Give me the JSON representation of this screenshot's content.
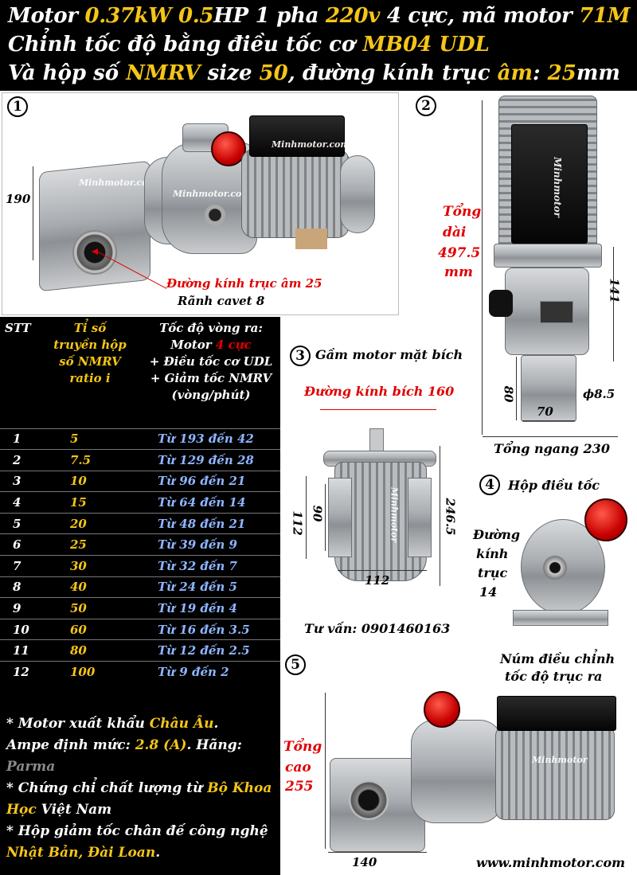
{
  "header": {
    "line1": {
      "a": "Motor ",
      "b": "0.37kW",
      "c": " ",
      "d": "0.5",
      "e": "HP 1 pha ",
      "f": "220v",
      "g": " 4 cực, mã motor ",
      "h": "71M"
    },
    "line2": {
      "a": "Chỉnh tốc độ bằng điều tốc cơ ",
      "b": "MB04 UDL"
    },
    "line3": {
      "a": "Và hộp số ",
      "b": "NMRV",
      "c": " size ",
      "d": "50",
      "e": ", đường kính trục ",
      "f": "âm",
      "g": ": ",
      "h": "25",
      "i": "mm"
    }
  },
  "panel1": {
    "num": "1",
    "dim_height": "190",
    "watermark1": "Minhmotor.com",
    "watermark2": "Minhmotor.com",
    "watermark3": "Minhmotor.com",
    "shaft_label": "Đường kính trục âm 25",
    "keyway_label": "Rãnh cavet 8"
  },
  "panel2": {
    "num": "2",
    "total_length_l1": "Tổng",
    "total_length_l2": "dài",
    "total_length_l3": "497.5",
    "total_length_l4": "mm",
    "watermark": "Minhmotor",
    "dim_141": "141",
    "dim_80": "80",
    "dim_70": "70",
    "dim_phi": "ϕ8.5",
    "total_width": "Tổng ngang 230"
  },
  "panel3": {
    "num": "3",
    "title": "Gầm motor mặt bích",
    "flange_label": "Đường kính bích 160",
    "dim_112_left": "112",
    "dim_90": "90",
    "dim_2465": "246.5",
    "dim_112_bottom": "112",
    "watermark": "Minhmotor",
    "contact": "Tư vấn: 0901460163"
  },
  "panel4": {
    "num": "4",
    "title": "Hộp điều tốc",
    "shaft_l1": "Đường",
    "shaft_l2": "kính",
    "shaft_l3": "trục",
    "shaft_l4": "14"
  },
  "panel5": {
    "num": "5",
    "knob_l1": "Núm điều chỉnh",
    "knob_l2": "tốc độ trục ra",
    "height_l1": "Tổng",
    "height_l2": "cao",
    "height_l3": "255",
    "dim_140": "140",
    "watermark": "Minhmotor",
    "website": "www.minhmotor.com"
  },
  "table": {
    "headers": {
      "stt": "STT",
      "ratio_l1": "Tỉ số",
      "ratio_l2": "truyền hộp",
      "ratio_l3": "số NMRV",
      "ratio_l4": "ratio i",
      "speed_l1": "Tốc độ vòng ra:",
      "speed_l2a": "Motor ",
      "speed_l2b": "4 cực",
      "speed_l3": "+ Điều tốc cơ UDL",
      "speed_l4": "+ Giảm tốc NMRV",
      "speed_l5": "(vòng/phút)"
    },
    "rows": [
      {
        "stt": "1",
        "ratio": "5",
        "speed": "Từ 193 đến 42"
      },
      {
        "stt": "2",
        "ratio": "7.5",
        "speed": "Từ 129 đến 28"
      },
      {
        "stt": "3",
        "ratio": "10",
        "speed": "Từ 96 đến 21"
      },
      {
        "stt": "4",
        "ratio": "15",
        "speed": "Từ 64 đến 14"
      },
      {
        "stt": "5",
        "ratio": "20",
        "speed": "Từ 48 đến 21"
      },
      {
        "stt": "6",
        "ratio": "25",
        "speed": "Từ 39 đến 9"
      },
      {
        "stt": "7",
        "ratio": "30",
        "speed": "Từ 32 đến 7"
      },
      {
        "stt": "8",
        "ratio": "40",
        "speed": "Từ 24 đến 5"
      },
      {
        "stt": "9",
        "ratio": "50",
        "speed": "Từ 19 đến 4"
      },
      {
        "stt": "10",
        "ratio": "60",
        "speed": "Từ 16 đến 3.5"
      },
      {
        "stt": "11",
        "ratio": "80",
        "speed": "Từ 12 đến 2.5"
      },
      {
        "stt": "12",
        "ratio": "100",
        "speed": "Từ 9 đến 2"
      }
    ]
  },
  "notes": {
    "n1a": "* Motor xuất khẩu ",
    "n1b": "Châu Âu",
    "n1c": ".",
    "n2a": "Ampe định mức: ",
    "n2b": "2.8 (A)",
    "n2c": ". Hãng:",
    "n3": "Parma",
    "n4a": "* Chứng chỉ chất lượng từ ",
    "n4b": "Bộ Khoa",
    "n5a": "Học",
    "n5b": " Việt Nam",
    "n6": "* Hộp giảm tốc chân đế công nghệ",
    "n7a": "Nhật Bản, Đài Loan",
    "n7b": "."
  },
  "colors": {
    "accent_yellow": "#f5c518",
    "label_red": "#e00000",
    "speed_blue": "#8fb6ff",
    "header_bg": "#000000"
  }
}
